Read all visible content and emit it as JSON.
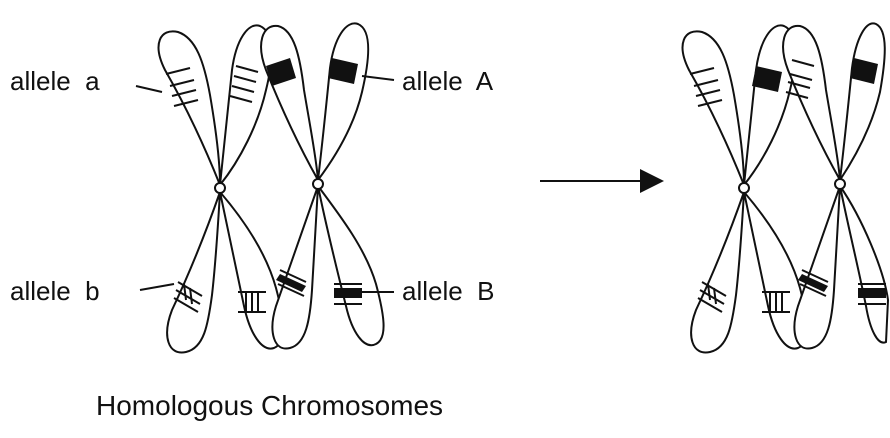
{
  "labels": {
    "allele_a": "allele  a",
    "allele_A": "allele  A",
    "allele_b": "allele  b",
    "allele_B": "allele  B"
  },
  "caption": "Homologous Chromosomes",
  "colors": {
    "ink": "#111111",
    "fill": "#ffffff"
  }
}
